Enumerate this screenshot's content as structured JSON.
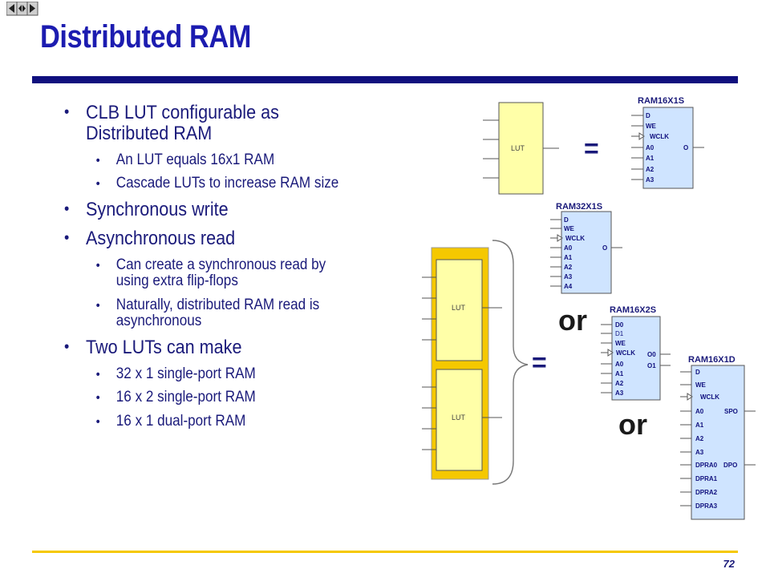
{
  "title": "Distributed RAM",
  "bullets": [
    {
      "level": 1,
      "text": "CLB LUT configurable as"
    },
    {
      "level": 1,
      "text": "Distributed RAM",
      "continuation": true
    },
    {
      "level": 2,
      "text": "An LUT equals 16x1 RAM"
    },
    {
      "level": 2,
      "text": "Cascade LUTs to increase RAM size"
    },
    {
      "level": 1,
      "text": "Synchronous write"
    },
    {
      "level": 1,
      "text": "Asynchronous read"
    },
    {
      "level": 2,
      "text": "Can create a synchronous read by"
    },
    {
      "level": 2,
      "text": "using extra flip-flops",
      "continuation": true
    },
    {
      "level": 2,
      "text": "Naturally, distributed RAM read is"
    },
    {
      "level": 2,
      "text": "asynchronous",
      "continuation": true
    },
    {
      "level": 1,
      "text": "Two LUTs can make"
    },
    {
      "level": 2,
      "text": "32 x 1 single-port RAM"
    },
    {
      "level": 2,
      "text": "16 x 2 single-port RAM"
    },
    {
      "level": 2,
      "text": "16 x 1 dual-port RAM"
    }
  ],
  "diagram": {
    "lut_label": "LUT",
    "equals": "=",
    "or": "or",
    "blocks": {
      "ram16x1s": {
        "name": "RAM16X1S",
        "left_pins": [
          "D",
          "WE",
          "WCLK",
          "A0",
          "A1",
          "A2",
          "A3"
        ],
        "right_pins": [
          "O"
        ]
      },
      "ram32x1s": {
        "name": "RAM32X1S",
        "left_pins": [
          "D",
          "WE",
          "WCLK",
          "A0",
          "A1",
          "A2",
          "A3",
          "A4"
        ],
        "right_pins": [
          "O"
        ]
      },
      "ram16x2s": {
        "name": "RAM16X2S",
        "left_pins": [
          "D0",
          "D1",
          "WE",
          "WCLK",
          "A0",
          "A1",
          "A2",
          "A3"
        ],
        "right_pins": [
          "O0",
          "O1"
        ]
      },
      "ram16x1d": {
        "name": "RAM16X1D",
        "left_pins": [
          "D",
          "WE",
          "WCLK",
          "A0",
          "A1",
          "A2",
          "A3",
          "DPRA0",
          "DPRA1",
          "DPRA2",
          "DPRA3"
        ],
        "right_pins": [
          "SPO",
          "DPO"
        ]
      }
    }
  },
  "page_number": "72",
  "colors": {
    "title": "#1c1cb0",
    "title_rule": "#10107e",
    "footer_rule": "#f5c800",
    "block_fill": "#cfe4ff",
    "lut_fill": "#ffffa8",
    "lut_outer": "#f5c800"
  }
}
